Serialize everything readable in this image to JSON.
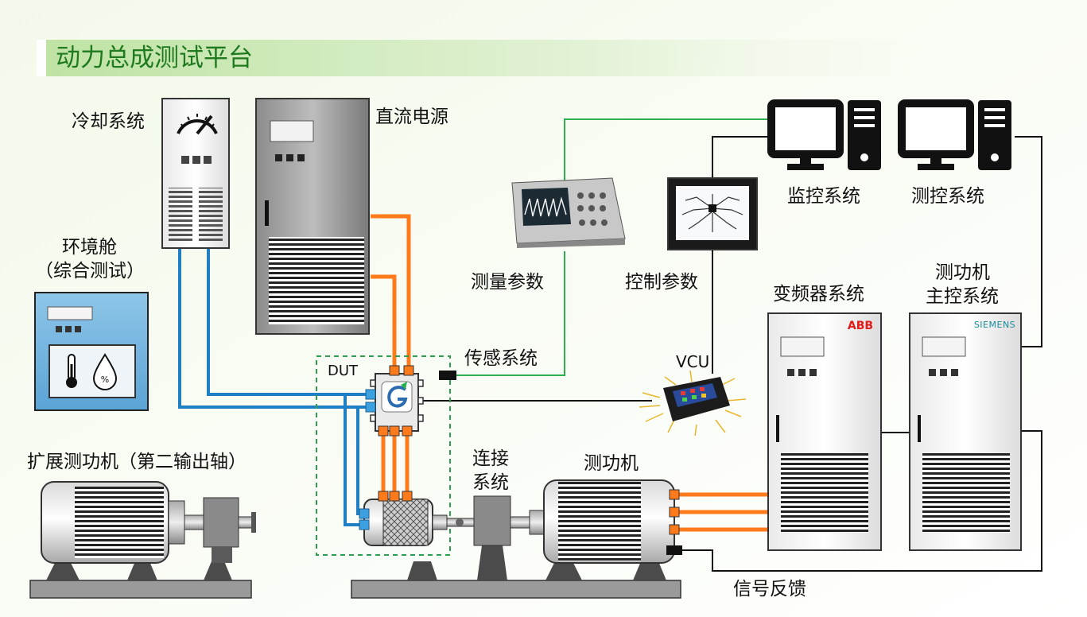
{
  "title": "动力总成测试平台",
  "labels": {
    "cooling": "冷却系统",
    "dc_power": "直流电源",
    "env_chamber": "环境舱",
    "env_chamber_sub": "（综合测试）",
    "monitor": "监控系统",
    "measure_ctrl": "测控系统",
    "measure_params": "测量参数",
    "control_params": "控制参数",
    "inverter": "变频器系统",
    "dyno_ctrl_1": "测功机",
    "dyno_ctrl_2": "主控系统",
    "sensor": "传感系统",
    "vcu": "VCU",
    "dut": "DUT",
    "ext_dyno": "扩展测功机（第二输出轴）",
    "coupling_1": "连接",
    "coupling_2": "系统",
    "dyno": "测功机",
    "feedback": "信号反馈"
  },
  "brands": {
    "abb": "ABB",
    "siemens": "SIEMENS"
  },
  "colors": {
    "title_text": "#1f7a1f",
    "power_cable": "#ff7a1a",
    "coolant_line": "#1e7fc4",
    "signal_line": "#2bb24c",
    "control_line": "#111111",
    "dut_border": "#2e9e4f"
  }
}
